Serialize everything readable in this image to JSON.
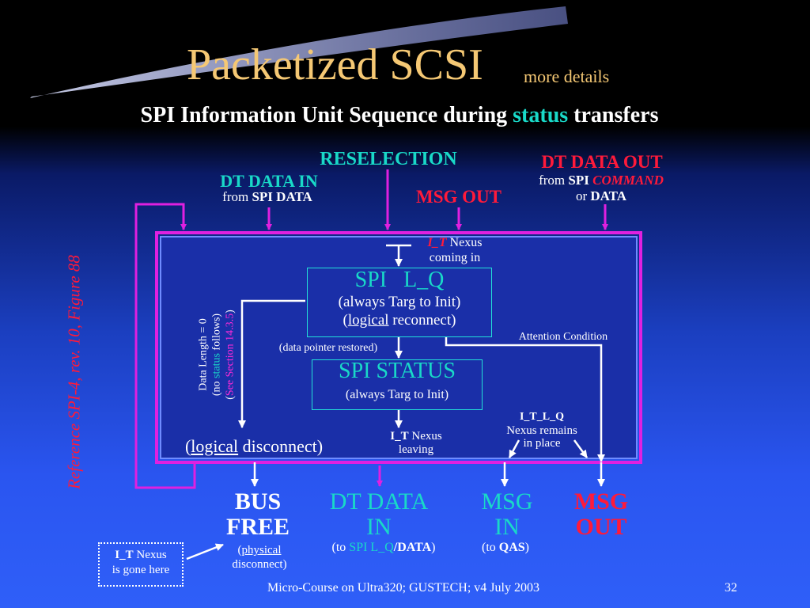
{
  "header": {
    "title": "Packetized SCSI",
    "title_suffix": "more details",
    "subtitle_prefix": "SPI Information Unit Sequence during ",
    "subtitle_highlight": "status",
    "subtitle_suffix": " transfers"
  },
  "side_reference": "Reference SPI-4, rev. 10, Figure 88",
  "top_labels": {
    "reselection": "RESELECTION",
    "dt_data_in": "DT DATA IN",
    "dt_data_in_from": "from ",
    "dt_data_in_from_bold": "SPI DATA",
    "msg_out": "MSG OUT",
    "dt_data_out": "DT DATA OUT",
    "dt_data_out_from": "from ",
    "dt_data_out_spi": "SPI",
    "dt_data_out_command": "COMMAND",
    "dt_data_out_or": "or ",
    "dt_data_out_data": "DATA"
  },
  "inner": {
    "it_nexus_i": "I_T",
    "it_nexus_rest": " Nexus",
    "coming_in": "coming in",
    "spi_lq_title": "SPI   L_Q",
    "spi_lq_line1": "(always Targ to Init)",
    "spi_lq_line2_pre": "(",
    "spi_lq_line2_u": "logical",
    "spi_lq_line2_post": " reconnect)",
    "data_pointer": "(data pointer restored)",
    "attention": "Attention Condition",
    "spi_status_title": "SPI STATUS",
    "spi_status_line1": "(always Targ to Init)",
    "vert_line1": "Data Length = 0",
    "vert_line2_pre": "(no ",
    "vert_line2_status": "status",
    "vert_line2_post": " follows)",
    "vert_line3_pre": "(",
    "vert_line3_see": "See Section 14.3.5",
    "vert_line3_post": ")",
    "logical_disconnect_pre": "(",
    "logical_disconnect_u": "logical",
    "logical_disconnect_post": " disconnect)",
    "it_leaving_i": "I_T",
    "it_leaving_rest": " Nexus",
    "leaving": "leaving",
    "itlq": "I_T_L_Q",
    "nexus_remains": "Nexus remains",
    "in_place": "in place"
  },
  "bottom": {
    "bus_free_1": "BUS",
    "bus_free_2": "FREE",
    "physical_pre": "(",
    "physical_u": "physical",
    "disconnect": "disconnect)",
    "dt_data_in_1": "DT DATA",
    "dt_data_in_2": "IN",
    "to_pre": "(to ",
    "to_spi_lq": "SPI L_Q",
    "to_data": "/DATA",
    "to_post": ")",
    "msg_in_1": "MSG",
    "msg_in_2": "IN",
    "to_qas_pre": "(to ",
    "to_qas": "QAS",
    "to_qas_post": ")",
    "msg_out_1": "MSG",
    "msg_out_2": "OUT",
    "gone_i": "I_T",
    "gone_rest": " Nexus",
    "gone_line2": "is gone here"
  },
  "footer": {
    "course": "Micro-Course on Ultra320; GUSTECH; v4 July 2003",
    "page": "32"
  },
  "colors": {
    "title": "#f5c874",
    "cyan": "#19d9c8",
    "red": "#ff1a3a",
    "magenta": "#e020e0"
  }
}
